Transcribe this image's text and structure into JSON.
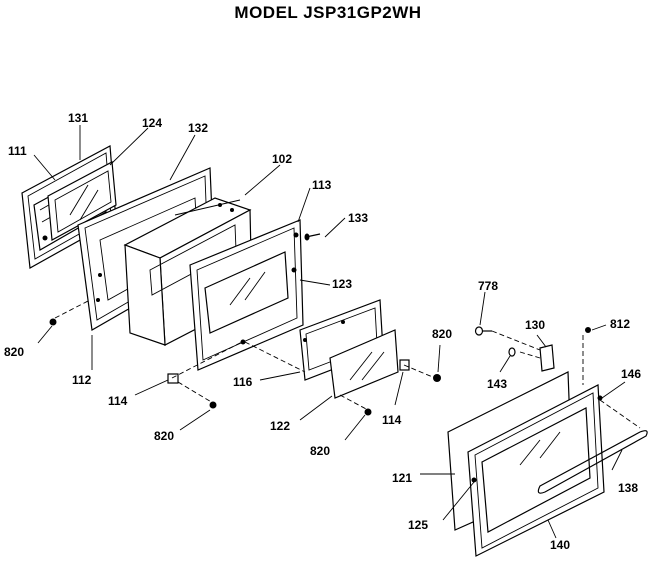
{
  "title": "MODEL JSP31GP2WH",
  "labels": {
    "l111": "111",
    "l131": "131",
    "l124": "124",
    "l132": "132",
    "l102": "102",
    "l113": "113",
    "l133": "133",
    "l123": "123",
    "l820a": "820",
    "l112": "112",
    "l114a": "114",
    "l820b": "820",
    "l116": "116",
    "l122": "122",
    "l820c": "820",
    "l114b": "114",
    "l820d": "820",
    "l778": "778",
    "l130": "130",
    "l812": "812",
    "l143": "143",
    "l146": "146",
    "l121": "121",
    "l138": "138",
    "l125": "125",
    "l140": "140"
  }
}
